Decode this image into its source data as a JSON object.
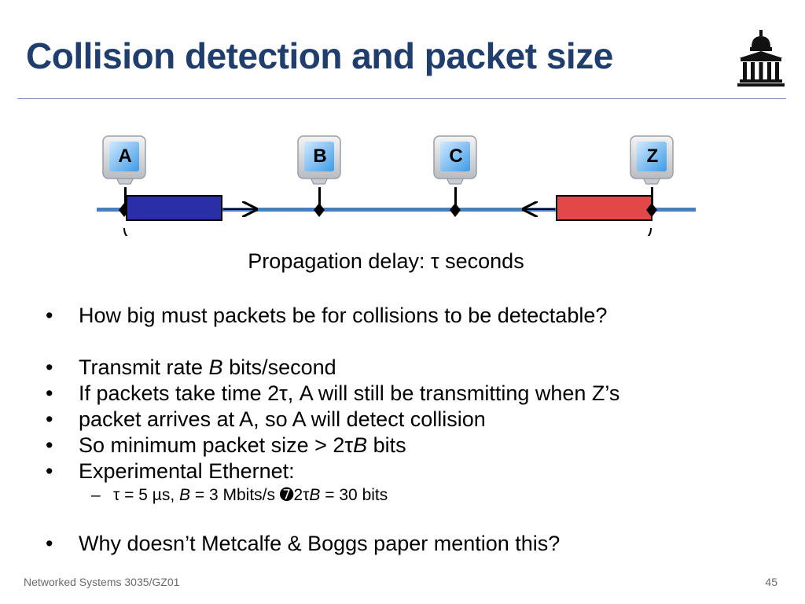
{
  "slide": {
    "title": "Collision detection and packet size",
    "footer": "Networked Systems 3035/GZ01",
    "page_number": "45"
  },
  "diagram": {
    "hosts": [
      "A",
      "B",
      "C",
      "Z"
    ],
    "caption": "Propagation delay: τ seconds",
    "colors": {
      "bus": "#4a7ec1",
      "packet_a": "#2a2fa8",
      "packet_z": "#e24848",
      "title": "#1f3d6d"
    }
  },
  "bullets": {
    "b1": "How big must packets be for collisions to be detectable?",
    "b2_pre": "Transmit rate ",
    "b2_var": "B",
    "b2_post": " bits/second",
    "b3_line1": "If packets take time 2τ, A will still be transmitting when Z’s",
    "b3_line2": "packet arrives at A, so A will detect collision",
    "b4_pre": "So minimum packet size > 2τ",
    "b4_var": "B",
    "b4_post": " bits",
    "b5": "Experimental Ethernet:",
    "sub_pre": "τ = 5 µs, ",
    "sub_var1": "B",
    "sub_mid": " = 3 Mbits/s ",
    "sub_arrow": "➐",
    "sub_2t": "2τ",
    "sub_var2": "B",
    "sub_post": " = 30 bits",
    "b6": "Why doesn’t Metcalfe & Boggs paper mention this?"
  }
}
